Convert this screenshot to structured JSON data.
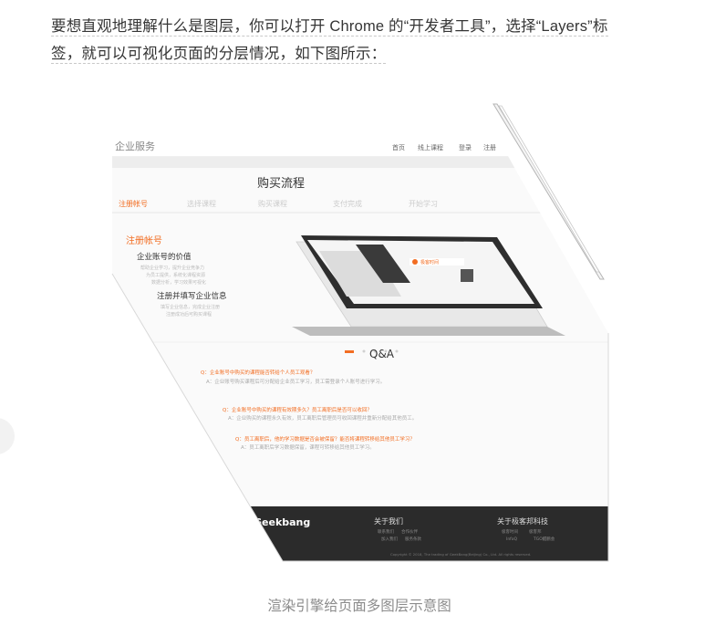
{
  "article": {
    "line1": "要想直观地理解什么是图层，你可以打开 Chrome 的“开发者工具”，选择“Layers”标",
    "line2": "签，就可以可视化页面的分层情况，如下图所示："
  },
  "figure": {
    "caption": "渲染引擎给页面多图层示意图",
    "header_left": "企业服务",
    "nav_items": [
      "首页",
      "线上课程",
      "登录",
      "注册"
    ],
    "section_title": "购买流程",
    "steps": [
      "注册帐号",
      "选择课程",
      "购买课程",
      "支付完成",
      "开始学习"
    ],
    "register_title": "注册帐号",
    "value_title": "企业账号的价值",
    "value_lines": [
      "帮助企业学习，提升企业竞争力",
      "为员工提供，系统化课程资源",
      "数据分析，学习效果可视化"
    ],
    "fill_title": "注册并填写企业信息",
    "fill_lines": [
      "填写企业信息，完成企业注册",
      "注册成功后可购买课程"
    ],
    "laptop_brand": "极客时间",
    "qa_title": "Q&A",
    "qa_items": [
      {
        "q": "Q：企业账号中购买的课程能否转给个人员工观看？",
        "a": "A：企业账号购买课程后可分配给企业员工学习，员工需登录个人账号进行学习。"
      },
      {
        "q": "Q：企业账号中购买的课程有效期多久？员工离职后是否可以收回？",
        "a": "A：企业购买的课程永久有效，员工离职后管理员可收回课程并重新分配给其他员工。"
      },
      {
        "q": "Q：员工离职后，他的学习数据是否会被保留？能否将课程转移给其他员工学习？",
        "a": "A：员工离职后学习数据保留，课程可转移给其他员工学习。"
      }
    ],
    "footer_brand": "Geekbang",
    "footer_col1_title": "关于我们",
    "footer_col2_title": "关于极客邦科技",
    "footer_col1_items": [
      "联系我们",
      "合作伙伴",
      "加入我们",
      "服务条款"
    ],
    "footer_col2_items": [
      "极客时间",
      "极客邦",
      "InfoQ",
      "TGO鲲鹏会"
    ],
    "copyright": "Copyright © 2018, The trading of GeekBang(Beijing) Co., Ltd. All rights reserved."
  },
  "colors": {
    "accent": "#f26d22",
    "text": "#353535",
    "caption": "#8c8c8c",
    "footer_bg": "#2b2b2b"
  }
}
